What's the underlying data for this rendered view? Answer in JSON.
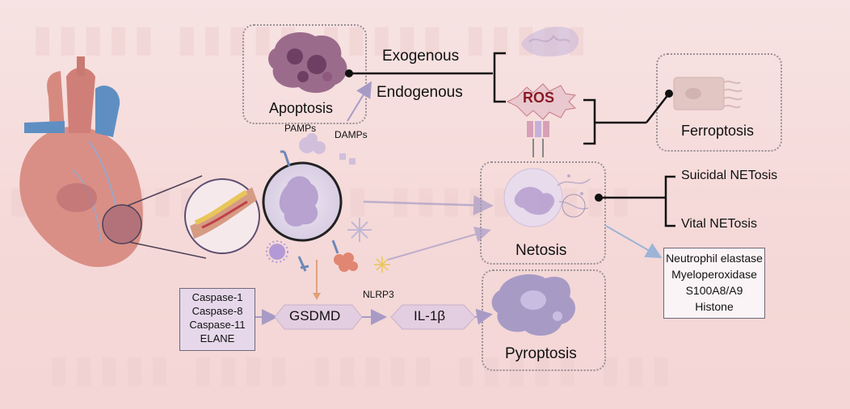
{
  "labels": {
    "apoptosis": "Apoptosis",
    "exogenous": "Exogenous",
    "endogenous": "Endogenous",
    "pamps": "PAMPs",
    "damps": "DAMPs",
    "ros": "ROS",
    "ferroptosis": "Ferroptosis",
    "netosis": "Netosis",
    "suicidal_netosis": "Suicidal NETosis",
    "vital_netosis": "Vital NETosis",
    "gsdmd": "GSDMD",
    "nlrp3": "NLRP3",
    "il1b": "IL-1β",
    "pyroptosis": "Pyroptosis"
  },
  "caspase_list": [
    "Caspase-1",
    "Caspase-8",
    "Caspase-11",
    "ELANE"
  ],
  "net_components": [
    "Neutrophil elastase",
    "Myeloperoxidase",
    "S100A8/A9",
    "Histone"
  ],
  "colors": {
    "background": "#f6dede",
    "arrow": "#a79bc6",
    "heart": "#d98f86",
    "cell": "#c2b2d8",
    "ros": "#8a1a24"
  }
}
